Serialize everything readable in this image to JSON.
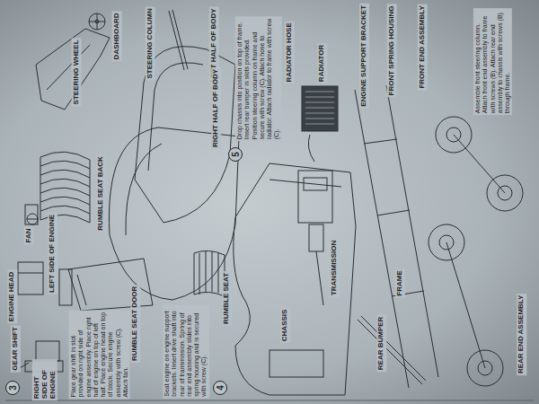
{
  "diagram": {
    "nodes": [
      {
        "text": [
          "3"
        ]
      },
      {
        "text": [
          "4"
        ]
      },
      {
        "text": [
          "5"
        ]
      }
    ],
    "labels": [
      "STEERING WHEEL",
      "DASHBOARD",
      "STEERING COLUMN",
      "LEFT HALF OF BODY",
      "RIGHT HALF OF BODY",
      "RUMBLE SEAT BACK",
      "ENGINE HEAD",
      "FAN",
      "LEFT SIDE OF ENGINE",
      "GEAR SHIFT",
      "RIGHT SIDE OF ENGINE",
      "RUMBLE SEAT DOOR",
      "Place gear shift in slot provided on right side of engine assembly. Place right half of engine on top of left half. Place engine head on top of block. Secure engine assembly with screw (C). Attach fan.",
      "Seat engine on engine support brackets. Insert drive shaft into rear of transmission. Spring of rear end assembly slides into spring housing and is secured with screw (C).",
      "RUMBLE SEAT",
      "CHASSIS",
      "TRANSMISSION",
      "REAR BUMPER",
      "FRAME",
      "Drop chassis into position on top of frame. Insert rear bumper in slots provided. Position steering column on frame and secure with screw (C). Attach hose to radiator. Attach radiator to frame with screw (C).",
      "RADIATOR HOSE",
      "RADIATOR",
      "ENGINE SUPPORT BRACKET",
      "FRONT SPRING HOUSING",
      "FRONT END ASSEMBLY",
      "Assemble front steering column. Attach front end assembly to frame with screws (B). Attach rear end assembly to chassis with screws (B) through frame.",
      "REAR END ASSEMBLY"
    ]
  }
}
